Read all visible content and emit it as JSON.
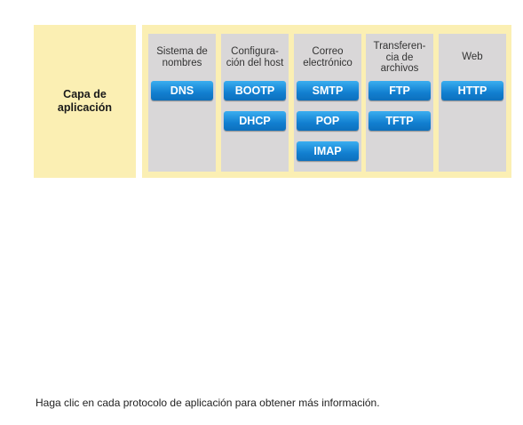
{
  "layer": {
    "label": "Capa de\naplicación"
  },
  "columns": [
    {
      "title": "Sistema de\nnombres",
      "protocols": [
        "DNS"
      ]
    },
    {
      "title": "Configura-\nción del host",
      "protocols": [
        "BOOTP",
        "DHCP"
      ]
    },
    {
      "title": "Correo\nelectrónico",
      "protocols": [
        "SMTP",
        "POP",
        "IMAP"
      ]
    },
    {
      "title": "Transferen-\ncia de\narchivos",
      "protocols": [
        "FTP",
        "TFTP"
      ]
    },
    {
      "title": "Web",
      "protocols": [
        "HTTP"
      ]
    }
  ],
  "instruction": "Haga clic en cada protocolo de aplicación para obtener más información.",
  "colors": {
    "band_background": "#fbefb3",
    "column_background": "#d9d7d8",
    "button_blue": "#127fd0"
  }
}
